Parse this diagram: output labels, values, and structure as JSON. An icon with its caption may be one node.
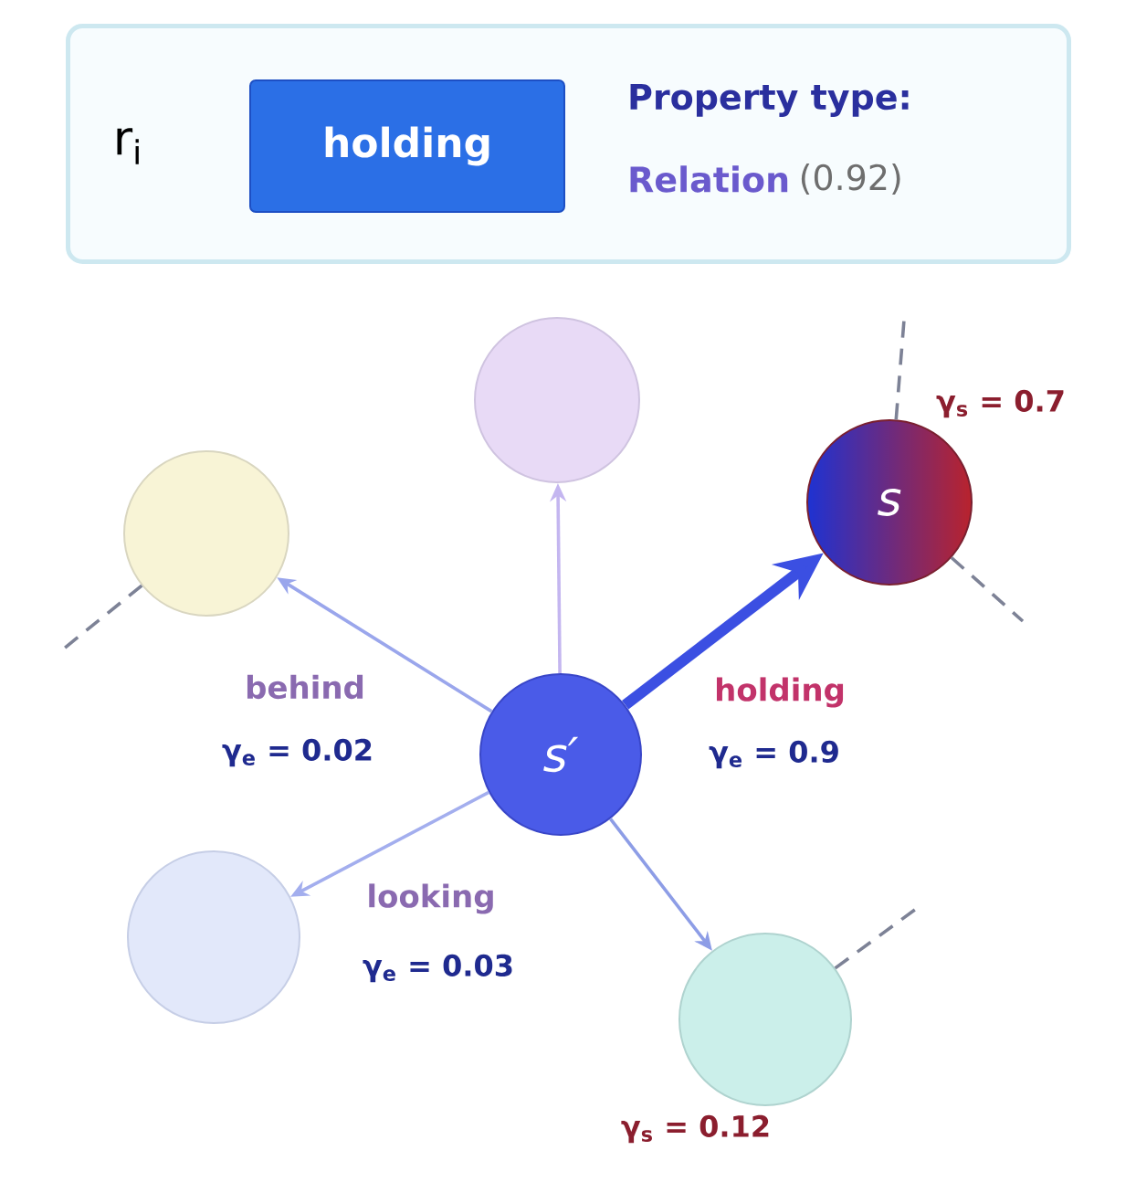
{
  "diagram": {
    "nodes": [
      {
        "text": [
          "r$_{i}$",
          "Property type:",
          "Relation",
          "(0.92)"
        ]
      },
      {
        "text": [
          "holding"
        ],
        "in": 0
      },
      {
        "text": [],
        "shape": "circle"
      },
      {
        "text": [],
        "shape": "circle"
      },
      {
        "text": [
          "s"
        ],
        "beside": [
          "γ$_{s}$ = 0.7"
        ]
      },
      {
        "text": [
          "s′"
        ]
      },
      {
        "text": [],
        "shape": "circle"
      },
      {
        "text": [],
        "shape": "circle",
        "beside": [
          "γ$_{s}$ = 0.12"
        ]
      }
    ],
    "edges": [
      {
        "from": 5,
        "to": 2,
        "arrow": "to",
        "label": "behind",
        "color": "#9aa6ec"
      },
      {
        "from": 5,
        "to": 3,
        "arrow": "to",
        "color": "#c4b6f0"
      },
      {
        "from": 5,
        "to": 4,
        "arrow": "to",
        "label": "holding",
        "style": "thick",
        "color": "#3b4fe2"
      },
      {
        "from": 5,
        "to": 6,
        "arrow": "to",
        "label": "looking",
        "color": "#a3aeee"
      },
      {
        "from": 5,
        "to": 7,
        "arrow": "to",
        "color": "#8d9de6"
      },
      {
        "from": 2,
        "to": null,
        "arrow": "none",
        "style": "dashed",
        "color": "#7d8296"
      },
      {
        "from": 4,
        "to": null,
        "arrow": "none",
        "style": "dashed",
        "color": "#7d8296"
      },
      {
        "from": 4,
        "to": null,
        "arrow": "none",
        "style": "dashed",
        "color": "#7d8296"
      },
      {
        "from": 7,
        "to": null,
        "arrow": "none",
        "style": "dashed",
        "color": "#7d8296"
      }
    ],
    "labels": [
      "γ$_{e}$ = 0.02",
      "γ$_{e}$ = 0.9",
      "γ$_{e}$ = 0.03"
    ]
  }
}
